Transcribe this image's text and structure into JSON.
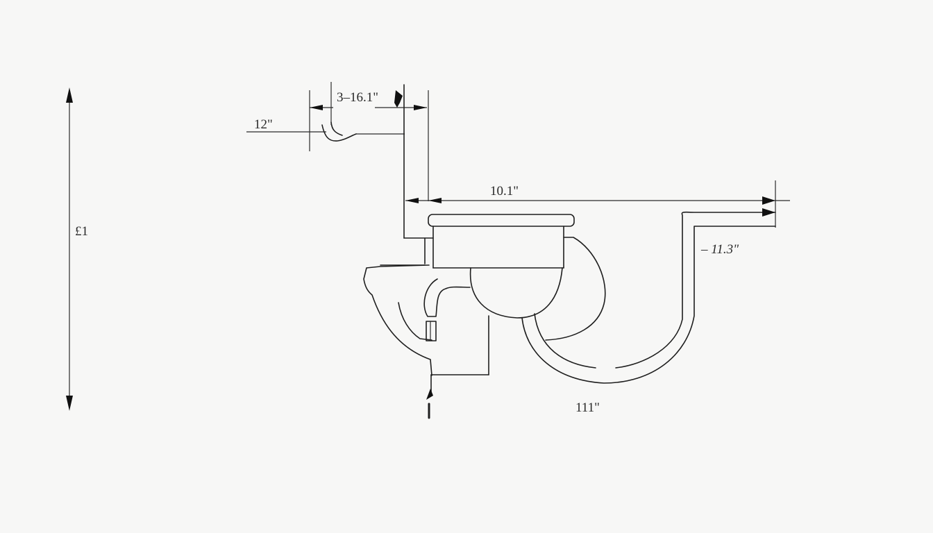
{
  "diagram": {
    "type": "technical-dimension-drawing",
    "subject": "toilet / plumbing fixture side view with trap pipe",
    "line_color": "#1e1e1e",
    "background": "#f7f7f6"
  },
  "dimensions": {
    "overall_height": "⁠£1",
    "top_left_offset": "12\"",
    "top_span": "3–16.1\"",
    "main_width": "10.1\"",
    "trap_height": "– 11.3\"",
    "trap_bottom": "111\""
  }
}
